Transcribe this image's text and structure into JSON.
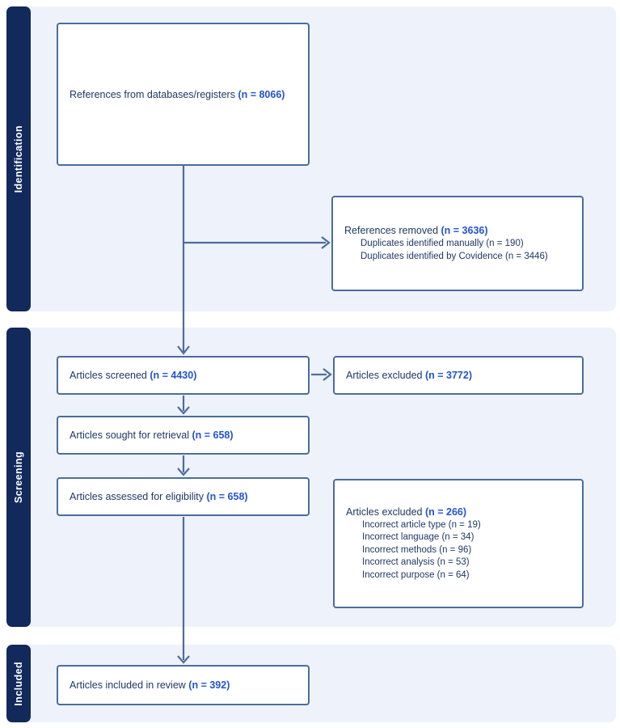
{
  "stages": [
    {
      "label": "Identification"
    },
    {
      "label": "Screening"
    },
    {
      "label": "Included"
    }
  ],
  "boxes": {
    "references": {
      "label": "References from databases/registers ",
      "n": "(n = 8066)"
    },
    "references_removed": {
      "label": "References removed ",
      "n": "(n = 3636)",
      "items": [
        "Duplicates identified manually (n = 190)",
        "Duplicates identified by Covidence (n = 3446)"
      ]
    },
    "screened": {
      "label": "Articles screened ",
      "n": "(n = 4430)"
    },
    "excluded_screening": {
      "label": "Articles excluded ",
      "n": "(n = 3772)"
    },
    "sought": {
      "label": "Articles sought for retrieval ",
      "n": "(n = 658)"
    },
    "assessed": {
      "label": "Articles assessed for eligibility ",
      "n": "(n = 658)"
    },
    "excluded_eligibility": {
      "label": "Articles excluded ",
      "n": "(n = 266)",
      "items": [
        "Incorrect article type (n = 19)",
        "Incorrect language (n = 34)",
        "Incorrect methods (n = 96)",
        "Incorrect analysis (n = 53)",
        "Incorrect purpose (n = 64)"
      ]
    },
    "included": {
      "label": "Articles included in review ",
      "n": "(n = 392)"
    }
  },
  "colors": {
    "stage_bar": "#12295b",
    "band_background": "#edf2fb",
    "box_border": "#4a6d9b",
    "connector": "#4f6d9a",
    "text": "#1f3864",
    "count_accent": "#2353cf"
  }
}
